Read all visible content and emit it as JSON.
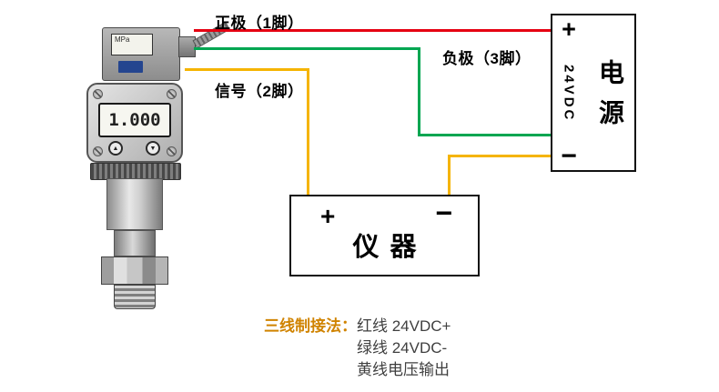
{
  "colors": {
    "wire_red": "#e60012",
    "wire_green": "#00a651",
    "wire_yellow": "#f5b400",
    "note_accent": "#d08300"
  },
  "wire_labels": {
    "positive": "正极（1脚）",
    "negative": "负极（3脚）",
    "signal": "信号（2脚）"
  },
  "power_box": {
    "plus": "+",
    "voltage": "24VDC",
    "minus": "−",
    "name": "电源"
  },
  "instrument_box": {
    "plus": "+",
    "minus": "−",
    "name": "仪器"
  },
  "transmitter": {
    "unit": "MPa",
    "display": "1.000",
    "button_up": "▲",
    "button_down": "▼"
  },
  "notes": {
    "heading": "三线制接法：",
    "line1": "红线 24VDC+",
    "line2": "绿线 24VDC-",
    "line3": "黄线电压输出"
  }
}
